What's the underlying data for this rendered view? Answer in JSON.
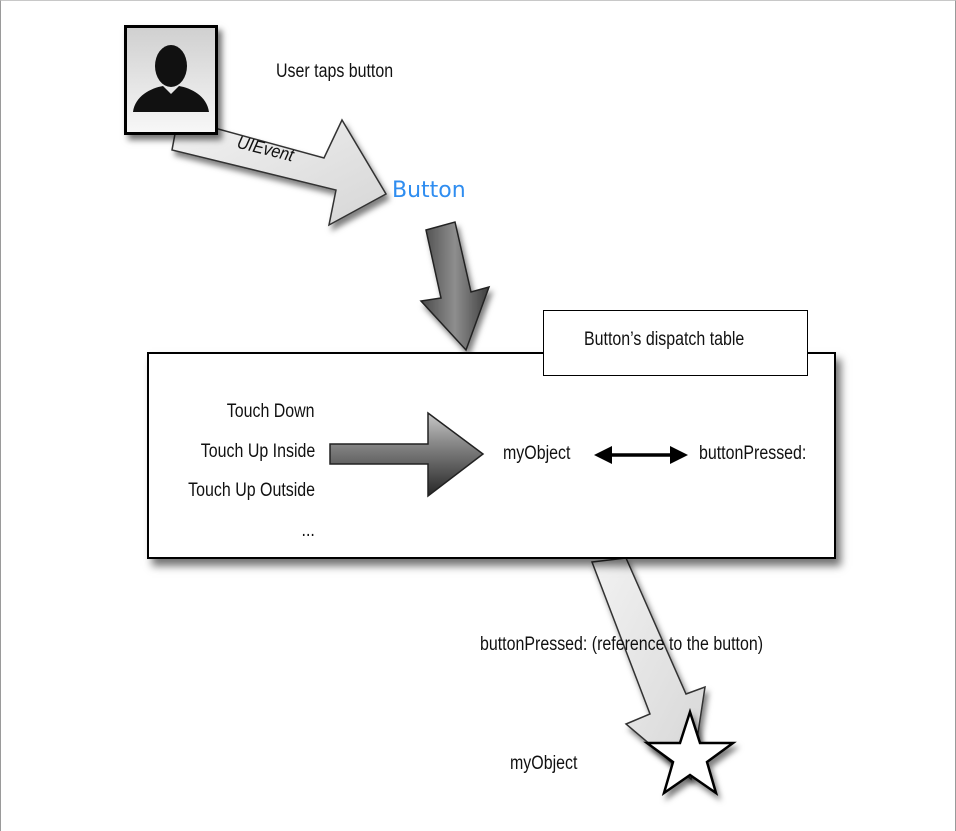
{
  "user": {
    "avatar_icon": "person-silhouette-icon",
    "action": "User taps button"
  },
  "event": {
    "label": "UIEvent"
  },
  "button": {
    "label": "Button",
    "color": "#2f8df0"
  },
  "dispatch_table": {
    "title": "Button’s dispatch table",
    "events": [
      "Touch Down",
      "Touch Up Inside",
      "Touch Up Outside",
      "..."
    ],
    "target": "myObject",
    "action": "buttonPressed:"
  },
  "message": {
    "label": "buttonPressed: (reference to the button)"
  },
  "receiver": {
    "label": "myObject",
    "icon": "star-icon"
  }
}
